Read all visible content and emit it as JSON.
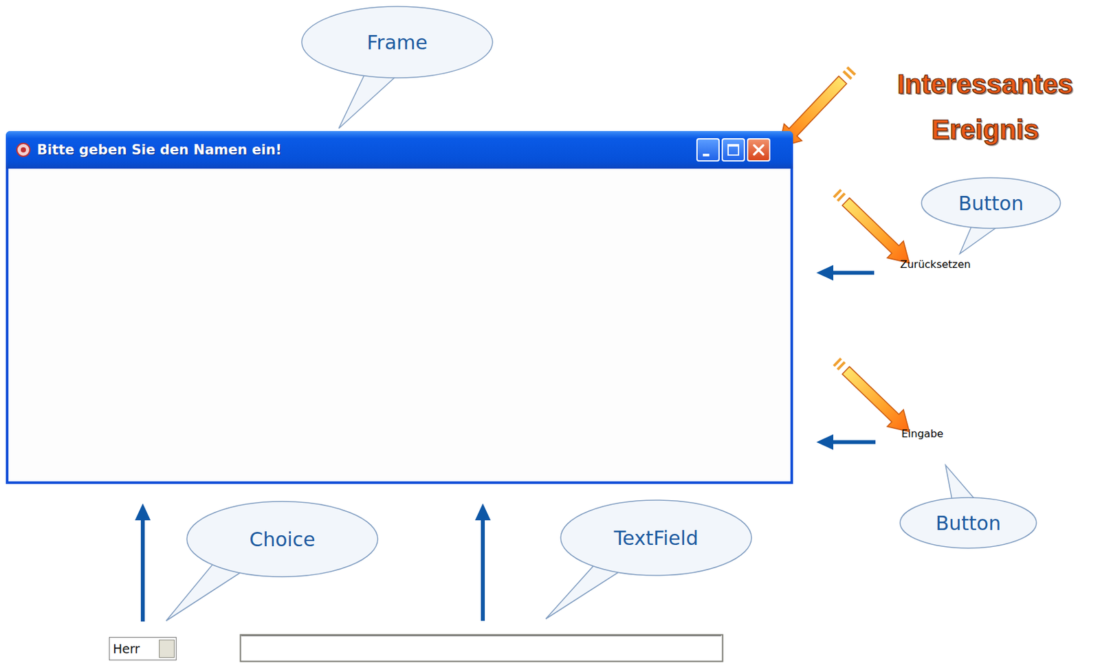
{
  "diagram": {
    "nodes": [
      {
        "text": [
          "Frame"
        ]
      },
      {
        "text": [
          "Bitte geben Sie den Namen ein!"
        ]
      },
      {
        "text": [
          "Button"
        ]
      },
      {
        "text": [
          "Zurücksetzen"
        ]
      },
      {
        "text": [
          "Eingabe"
        ]
      },
      {
        "text": [
          "Button"
        ]
      },
      {
        "text": [
          "Choice"
        ]
      },
      {
        "text": [
          "TextField"
        ]
      },
      {
        "text": [
          "Herr"
        ]
      }
    ],
    "edges": [
      {
        "from": 3,
        "to": 1,
        "arrow": "to"
      },
      {
        "from": 4,
        "to": 1,
        "arrow": "to"
      },
      {
        "from": 8,
        "to": 1,
        "arrow": "to"
      }
    ],
    "labels": [
      "Interessantes Ereignis"
    ]
  }
}
